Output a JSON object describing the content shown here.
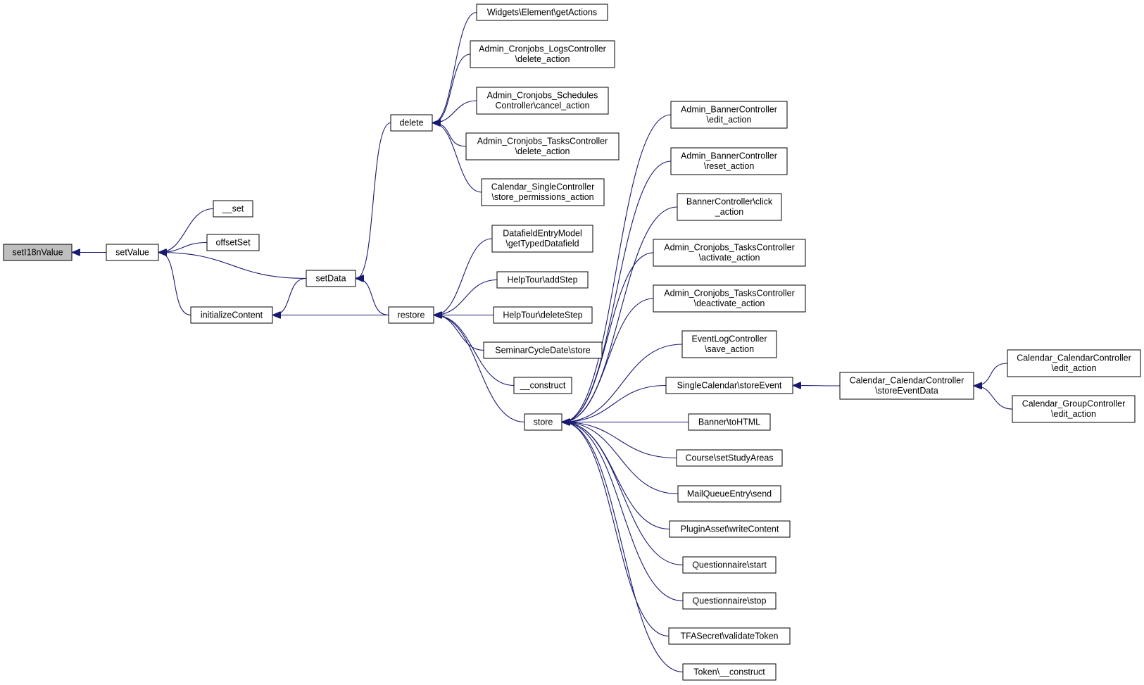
{
  "colors": {
    "edge": "#191970",
    "node_border": "#000000",
    "root_fill": "#bfbfbf",
    "node_fill": "#ffffff"
  },
  "nodes": [
    {
      "id": "setI18nValue",
      "lines": [
        "setI18nValue"
      ],
      "root": true
    },
    {
      "id": "setValue",
      "lines": [
        "setValue"
      ]
    },
    {
      "id": "__set",
      "lines": [
        "__set"
      ]
    },
    {
      "id": "offsetSet",
      "lines": [
        "offsetSet"
      ]
    },
    {
      "id": "initializeContent",
      "lines": [
        "initializeContent"
      ]
    },
    {
      "id": "setData",
      "lines": [
        "setData"
      ]
    },
    {
      "id": "delete",
      "lines": [
        "delete"
      ]
    },
    {
      "id": "restore",
      "lines": [
        "restore"
      ]
    },
    {
      "id": "store",
      "lines": [
        "store"
      ]
    },
    {
      "id": "widgets_getActions",
      "lines": [
        "Widgets\\Element\\getActions"
      ]
    },
    {
      "id": "logs_delete",
      "lines": [
        "Admin_Cronjobs_LogsController",
        "\\delete_action"
      ]
    },
    {
      "id": "schedules_cancel",
      "lines": [
        "Admin_Cronjobs_Schedules",
        "Controller\\cancel_action"
      ]
    },
    {
      "id": "tasks_delete",
      "lines": [
        "Admin_Cronjobs_TasksController",
        "\\delete_action"
      ]
    },
    {
      "id": "cal_single_store_perm",
      "lines": [
        "Calendar_SingleController",
        "\\store_permissions_action"
      ]
    },
    {
      "id": "datafield_getTyped",
      "lines": [
        "DatafieldEntryModel",
        "\\getTypedDatafield"
      ]
    },
    {
      "id": "helptour_addStep",
      "lines": [
        "HelpTour\\addStep"
      ]
    },
    {
      "id": "helptour_deleteStep",
      "lines": [
        "HelpTour\\deleteStep"
      ]
    },
    {
      "id": "seminarcycle_store",
      "lines": [
        "SeminarCycleDate\\store"
      ]
    },
    {
      "id": "__construct",
      "lines": [
        "__construct"
      ]
    },
    {
      "id": "banner_edit",
      "lines": [
        "Admin_BannerController",
        "\\edit_action"
      ]
    },
    {
      "id": "banner_reset",
      "lines": [
        "Admin_BannerController",
        "\\reset_action"
      ]
    },
    {
      "id": "banner_click",
      "lines": [
        "BannerController\\click",
        "_action"
      ]
    },
    {
      "id": "tasks_activate",
      "lines": [
        "Admin_Cronjobs_TasksController",
        "\\activate_action"
      ]
    },
    {
      "id": "tasks_deactivate",
      "lines": [
        "Admin_Cronjobs_TasksController",
        "\\deactivate_action"
      ]
    },
    {
      "id": "eventlog_save",
      "lines": [
        "EventLogController",
        "\\save_action"
      ]
    },
    {
      "id": "singlecal_storeEvent",
      "lines": [
        "SingleCalendar\\storeEvent"
      ]
    },
    {
      "id": "banner_toHTML",
      "lines": [
        "Banner\\toHTML"
      ]
    },
    {
      "id": "course_setStudyAreas",
      "lines": [
        "Course\\setStudyAreas"
      ]
    },
    {
      "id": "mailqueue_send",
      "lines": [
        "MailQueueEntry\\send"
      ]
    },
    {
      "id": "pluginasset_write",
      "lines": [
        "PluginAsset\\writeContent"
      ]
    },
    {
      "id": "quest_start",
      "lines": [
        "Questionnaire\\start"
      ]
    },
    {
      "id": "quest_stop",
      "lines": [
        "Questionnaire\\stop"
      ]
    },
    {
      "id": "tfa_validate",
      "lines": [
        "TFASecret\\validateToken"
      ]
    },
    {
      "id": "token_construct",
      "lines": [
        "Token\\__construct"
      ]
    },
    {
      "id": "calcal_storeEventData",
      "lines": [
        "Calendar_CalendarController",
        "\\storeEventData"
      ]
    },
    {
      "id": "calcal_edit",
      "lines": [
        "Calendar_CalendarController",
        "\\edit_action"
      ]
    },
    {
      "id": "calgroup_edit",
      "lines": [
        "Calendar_GroupController",
        "\\edit_action"
      ]
    }
  ],
  "edges": [
    [
      "setValue",
      "setI18nValue"
    ],
    [
      "__set",
      "setValue"
    ],
    [
      "offsetSet",
      "setValue"
    ],
    [
      "setData",
      "setValue"
    ],
    [
      "initializeContent",
      "setValue"
    ],
    [
      "setData",
      "initializeContent"
    ],
    [
      "restore",
      "initializeContent"
    ],
    [
      "delete",
      "setData"
    ],
    [
      "restore",
      "setData"
    ],
    [
      "widgets_getActions",
      "delete"
    ],
    [
      "logs_delete",
      "delete"
    ],
    [
      "schedules_cancel",
      "delete"
    ],
    [
      "tasks_delete",
      "delete"
    ],
    [
      "cal_single_store_perm",
      "delete"
    ],
    [
      "datafield_getTyped",
      "restore"
    ],
    [
      "helptour_addStep",
      "restore"
    ],
    [
      "helptour_deleteStep",
      "restore"
    ],
    [
      "seminarcycle_store",
      "restore"
    ],
    [
      "__construct",
      "restore"
    ],
    [
      "store",
      "restore"
    ],
    [
      "banner_edit",
      "store"
    ],
    [
      "banner_reset",
      "store"
    ],
    [
      "banner_click",
      "store"
    ],
    [
      "tasks_activate",
      "store"
    ],
    [
      "tasks_deactivate",
      "store"
    ],
    [
      "eventlog_save",
      "store"
    ],
    [
      "singlecal_storeEvent",
      "store"
    ],
    [
      "banner_toHTML",
      "store"
    ],
    [
      "course_setStudyAreas",
      "store"
    ],
    [
      "mailqueue_send",
      "store"
    ],
    [
      "pluginasset_write",
      "store"
    ],
    [
      "quest_start",
      "store"
    ],
    [
      "quest_stop",
      "store"
    ],
    [
      "tfa_validate",
      "store"
    ],
    [
      "token_construct",
      "store"
    ],
    [
      "calcal_storeEventData",
      "singlecal_storeEvent"
    ],
    [
      "calcal_edit",
      "calcal_storeEventData"
    ],
    [
      "calgroup_edit",
      "calcal_storeEventData"
    ]
  ]
}
